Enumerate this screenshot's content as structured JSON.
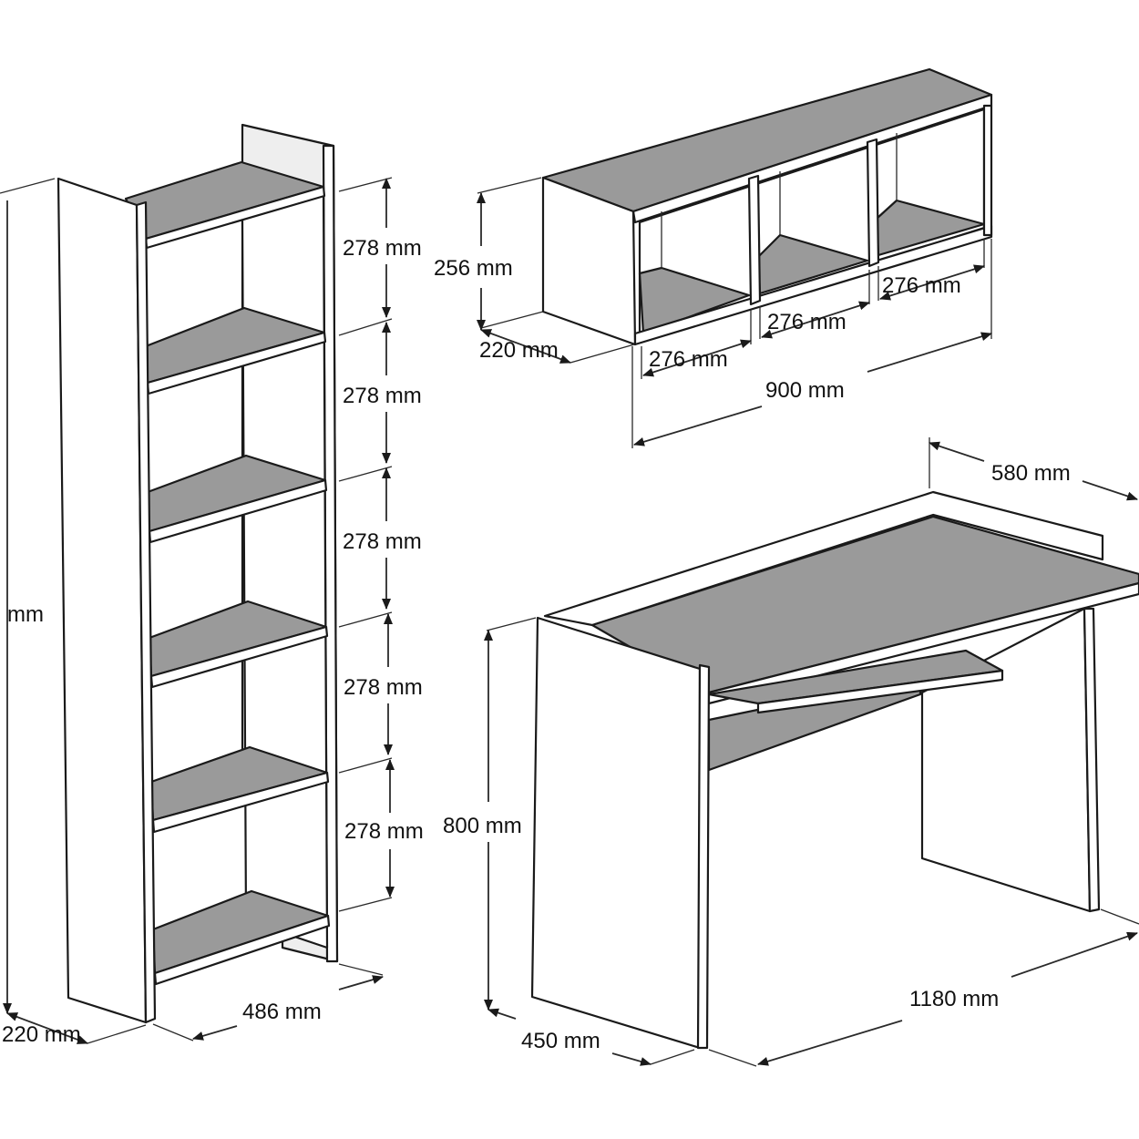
{
  "diagram": {
    "bookcase": {
      "height_label": "mm",
      "depth_label": "220 mm",
      "width_label": "486 mm",
      "shelf_spacing_labels": [
        "278 mm",
        "278 mm",
        "278 mm",
        "278 mm",
        "278 mm"
      ]
    },
    "wall_shelf": {
      "height_label": "256 mm",
      "depth_label": "220 mm",
      "width_label": "900 mm",
      "compartment_labels": [
        "276 mm",
        "276 mm",
        "276 mm"
      ]
    },
    "desk": {
      "height_label": "800 mm",
      "depth_label": "450 mm",
      "width_label": "1180 mm",
      "top_depth_label": "580 mm"
    }
  }
}
